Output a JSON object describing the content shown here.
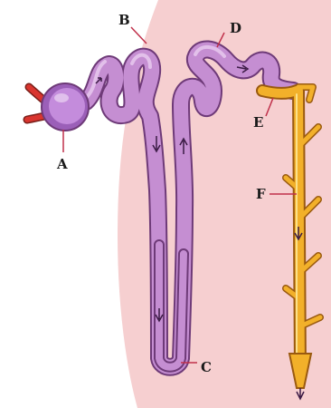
{
  "colors": {
    "background": "#ffffff",
    "cortex_region": "#f6cfd0",
    "tubule_fill": "#c58ed2",
    "tubule_outline": "#6e3a78",
    "glomerulus_fill": "#b97dd2",
    "vessel": "#d9352f",
    "collecting_duct_fill": "#f2b02a",
    "collecting_duct_outline": "#9a5a10",
    "leader_line": "#c0304a"
  },
  "icons": {
    "flow_direction": "arrow-icon"
  },
  "labels": {
    "A": "A",
    "B": "B",
    "C": "C",
    "D": "D",
    "E": "E",
    "F": "F"
  }
}
